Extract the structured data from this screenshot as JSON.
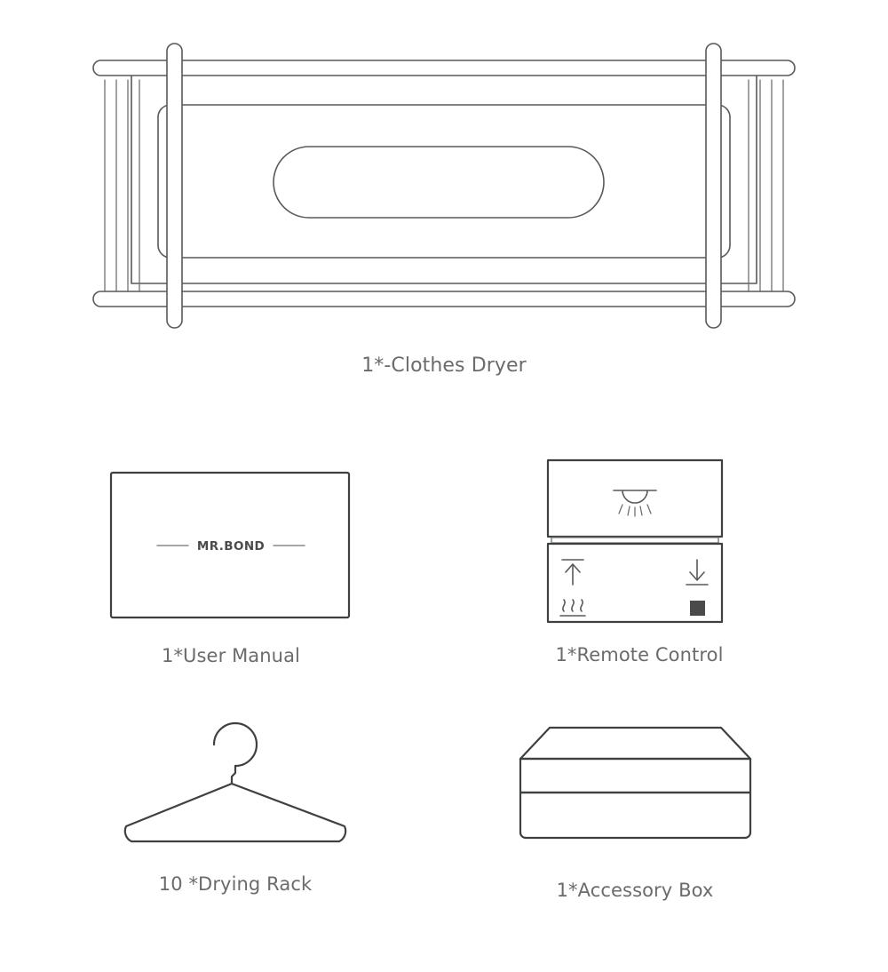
{
  "page": {
    "background_color": "#ffffff",
    "caption_color": "#6b6b6b",
    "line_color": "#58595b"
  },
  "items": [
    {
      "id": "clothes-dryer",
      "caption": "1*-Clothes Dryer",
      "quantity": 1,
      "icon": "clothes-dryer-illustration"
    },
    {
      "id": "user-manual",
      "caption": "1*User Manual",
      "quantity": 1,
      "icon": "user-manual-illustration",
      "logo_text": "MR.BOND"
    },
    {
      "id": "remote-control",
      "caption": "1*Remote Control",
      "quantity": 1,
      "icon": "remote-control-illustration",
      "buttons": [
        {
          "name": "light-icon",
          "label": "light"
        },
        {
          "name": "raise-up-icon",
          "label": "up"
        },
        {
          "name": "lower-down-icon",
          "label": "down"
        },
        {
          "name": "heat-dry-icon",
          "label": "heat"
        },
        {
          "name": "stop-square-icon",
          "label": "stop"
        }
      ]
    },
    {
      "id": "drying-rack",
      "caption": "10 *Drying Rack",
      "quantity": 10,
      "icon": "clothes-hanger-illustration"
    },
    {
      "id": "accessory-box",
      "caption": "1*Accessory Box",
      "quantity": 1,
      "icon": "accessory-box-illustration"
    }
  ]
}
